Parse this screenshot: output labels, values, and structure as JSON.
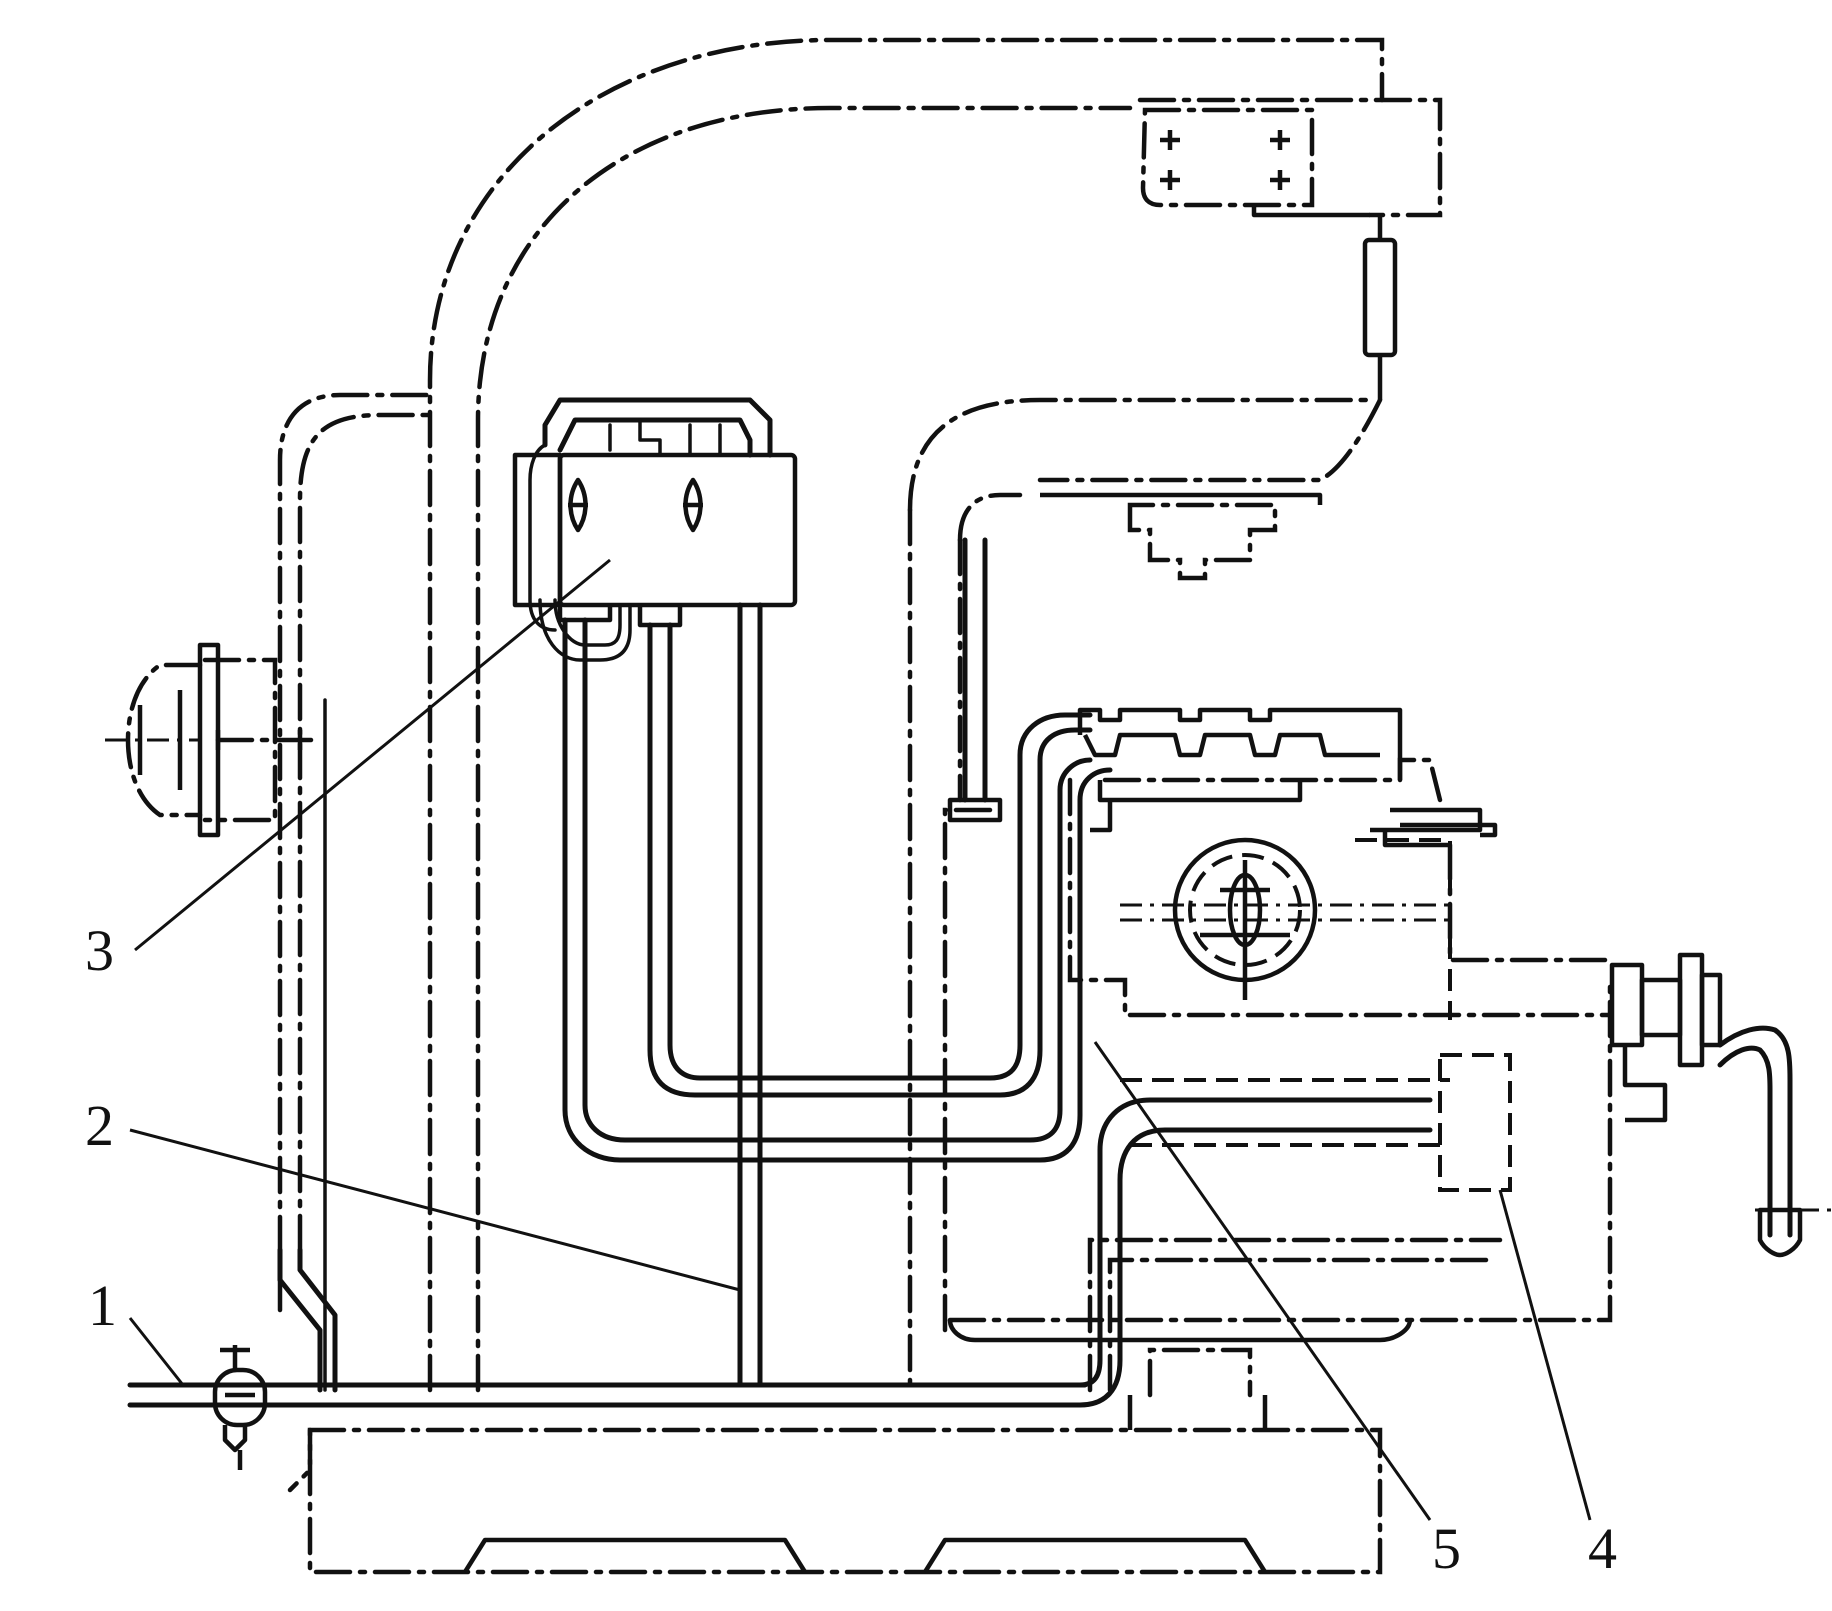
{
  "diagram": {
    "labels": [
      {
        "id": "1",
        "text": "1"
      },
      {
        "id": "2",
        "text": "2"
      },
      {
        "id": "3",
        "text": "3"
      },
      {
        "id": "4",
        "text": "4"
      },
      {
        "id": "5",
        "text": "5"
      }
    ],
    "colors": {
      "ink": "#111111",
      "background": "#ffffff"
    }
  }
}
